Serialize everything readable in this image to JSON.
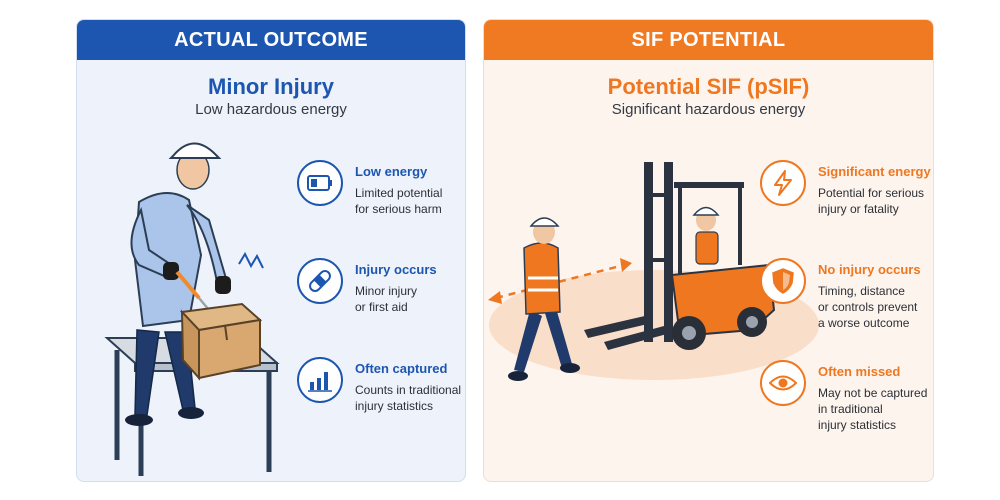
{
  "left": {
    "header": "ACTUAL OUTCOME",
    "title": "Minor Injury",
    "subtitle": "Low hazardous energy",
    "features": [
      {
        "icon": "battery-low-icon",
        "title": "Low energy",
        "body": "Limited potential\nfor serious harm"
      },
      {
        "icon": "bandage-icon",
        "title": "Injury occurs",
        "body": "Minor injury\nor first aid"
      },
      {
        "icon": "bar-chart-icon",
        "title": "Often captured",
        "body": "Counts in traditional\ninjury statistics"
      }
    ]
  },
  "right": {
    "header": "SIF POTENTIAL",
    "title": "Potential SIF (pSIF)",
    "subtitle": "Significant hazardous energy",
    "features": [
      {
        "icon": "lightning-icon",
        "title": "Significant energy",
        "body": "Potential for serious\ninjury or fatality"
      },
      {
        "icon": "shield-icon",
        "title": "No injury occurs",
        "body": "Timing, distance\nor controls prevent\na worse outcome"
      },
      {
        "icon": "eye-icon",
        "title": "Often missed",
        "body": "May not be captured\nin traditional\ninjury statistics"
      }
    ]
  },
  "colors": {
    "blue": "#1d56b0",
    "orange": "#ef7720"
  }
}
